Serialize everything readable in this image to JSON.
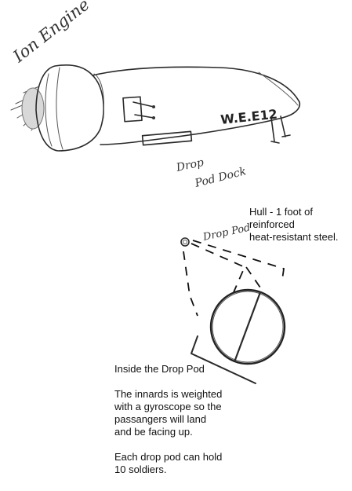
{
  "labels": {
    "ion_engine": "Ion Engine",
    "hull_marking": "W.E.E12",
    "drop_pod_dock_line1": "Drop",
    "drop_pod_dock_line2": "Pod Dock",
    "drop_pod": "Drop Pod"
  },
  "notes": {
    "hull_line1": "Hull - 1 foot of",
    "hull_line2": "reinforced",
    "hull_line3": "heat-resistant steel.",
    "inside_title": "Inside the Drop Pod",
    "inside_line1": "The innards is weighted",
    "inside_line2": "with a gyroscope so the",
    "inside_line3": "passangers will land",
    "inside_line4": "and be facing up.",
    "capacity_line1": "Each drop pod can hold",
    "capacity_line2": "10 soldiers."
  }
}
